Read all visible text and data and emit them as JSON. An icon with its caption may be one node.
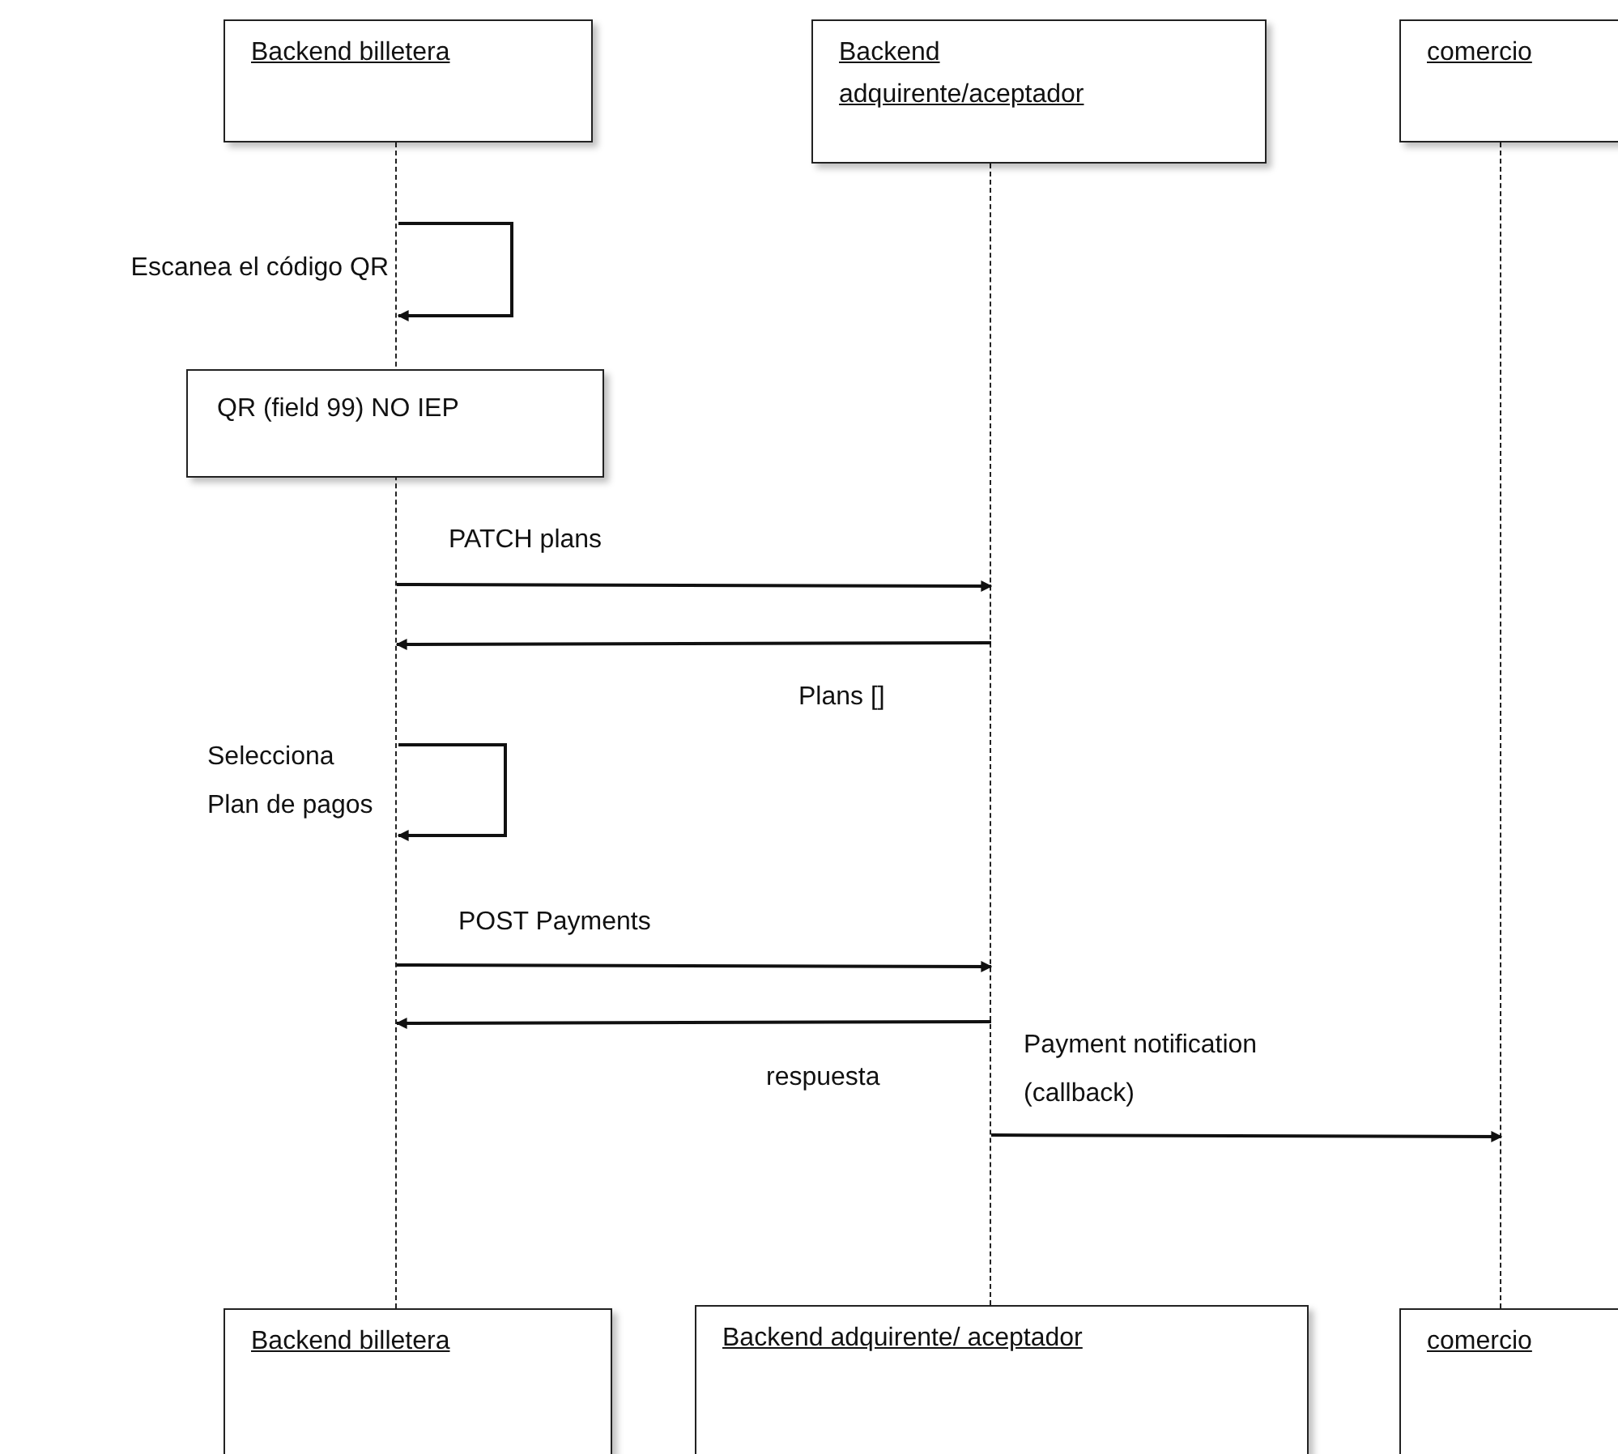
{
  "diagram": {
    "nodes": [
      {
        "text": [
          "Backend billetera"
        ]
      },
      {
        "text": [
          "Backend adquirente/aceptador"
        ]
      },
      {
        "text": [
          "comercio"
        ]
      },
      {
        "text": [
          "QR (field 99) NO IEP"
        ]
      },
      {
        "text": [
          "Backend billetera"
        ]
      },
      {
        "text": [
          "Backend adquirente/ aceptador"
        ]
      },
      {
        "text": [
          "comercio"
        ]
      },
      {
        "text": [],
        "shape": "line"
      },
      {
        "text": [],
        "shape": "line"
      },
      {
        "text": [],
        "shape": "line"
      }
    ],
    "edges": [
      {
        "from": 7,
        "to": 7,
        "arrow": "to",
        "label": "Escanea el código QR"
      },
      {
        "from": 7,
        "to": 8,
        "arrow": "to",
        "label": "PATCH plans"
      },
      {
        "from": 8,
        "to": 7,
        "arrow": "to",
        "label": "Plans []"
      },
      {
        "from": 7,
        "to": 7,
        "arrow": "to",
        "label": "Selecciona Plan de pagos"
      },
      {
        "from": 7,
        "to": 8,
        "arrow": "to",
        "label": "POST Payments"
      },
      {
        "from": 8,
        "to": 7,
        "arrow": "to",
        "label": "respuesta"
      },
      {
        "from": 8,
        "to": 9,
        "arrow": "to",
        "label": "Payment notification (callback)"
      }
    ]
  }
}
